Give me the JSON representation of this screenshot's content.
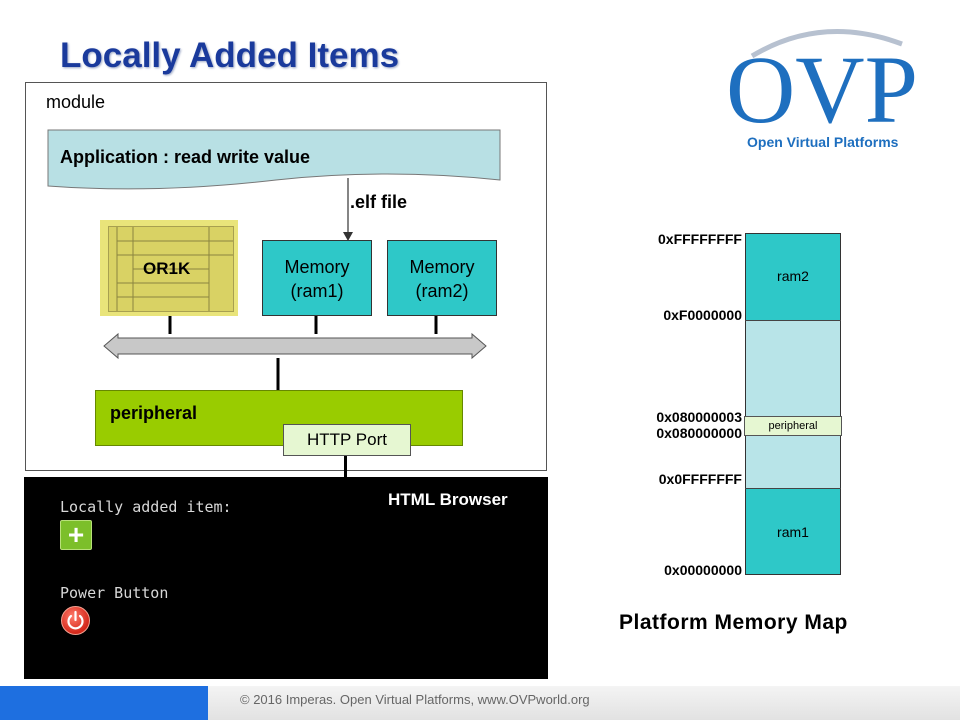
{
  "title": "Locally Added Items",
  "logo": {
    "letters": "OVP",
    "subtitle": "Open Virtual Platforms"
  },
  "diagram": {
    "module_label": "module",
    "application_label": "Application : read write value",
    "elf_label": ".elf file",
    "cpu_label": "OR1K",
    "memory1": {
      "line1": "Memory",
      "line2": "(ram1)"
    },
    "memory2": {
      "line1": "Memory",
      "line2": "(ram2)"
    },
    "peripheral_label": "peripheral",
    "http_port_label": "HTTP Port"
  },
  "browser": {
    "title": "HTML Browser",
    "local_item_label": "Locally added item:",
    "add_button_symbol": "+",
    "power_label": "Power Button"
  },
  "memory_map": {
    "title": "Platform Memory Map",
    "addresses": {
      "top": "0xFFFFFFFF",
      "ram2_start": "0xF0000000",
      "periph_end": "0x080000003",
      "periph_start": "0x080000000",
      "ram1_end": "0x0FFFFFFF",
      "bottom": "0x00000000"
    },
    "regions": {
      "ram2": "ram2",
      "peripheral": "peripheral",
      "ram1": "ram1"
    }
  },
  "footer": {
    "text": "© 2016 Imperas.    Open Virtual Platforms, www.OVPworld.org"
  },
  "colors": {
    "title": "#1a3a9c",
    "memory": "#2ec8c8",
    "peripheral": "#99cc00",
    "cpu": "#e9e47a",
    "application": "#b8e0e4",
    "footer_accent": "#1e6fe0",
    "logo": "#1e6fbf"
  }
}
